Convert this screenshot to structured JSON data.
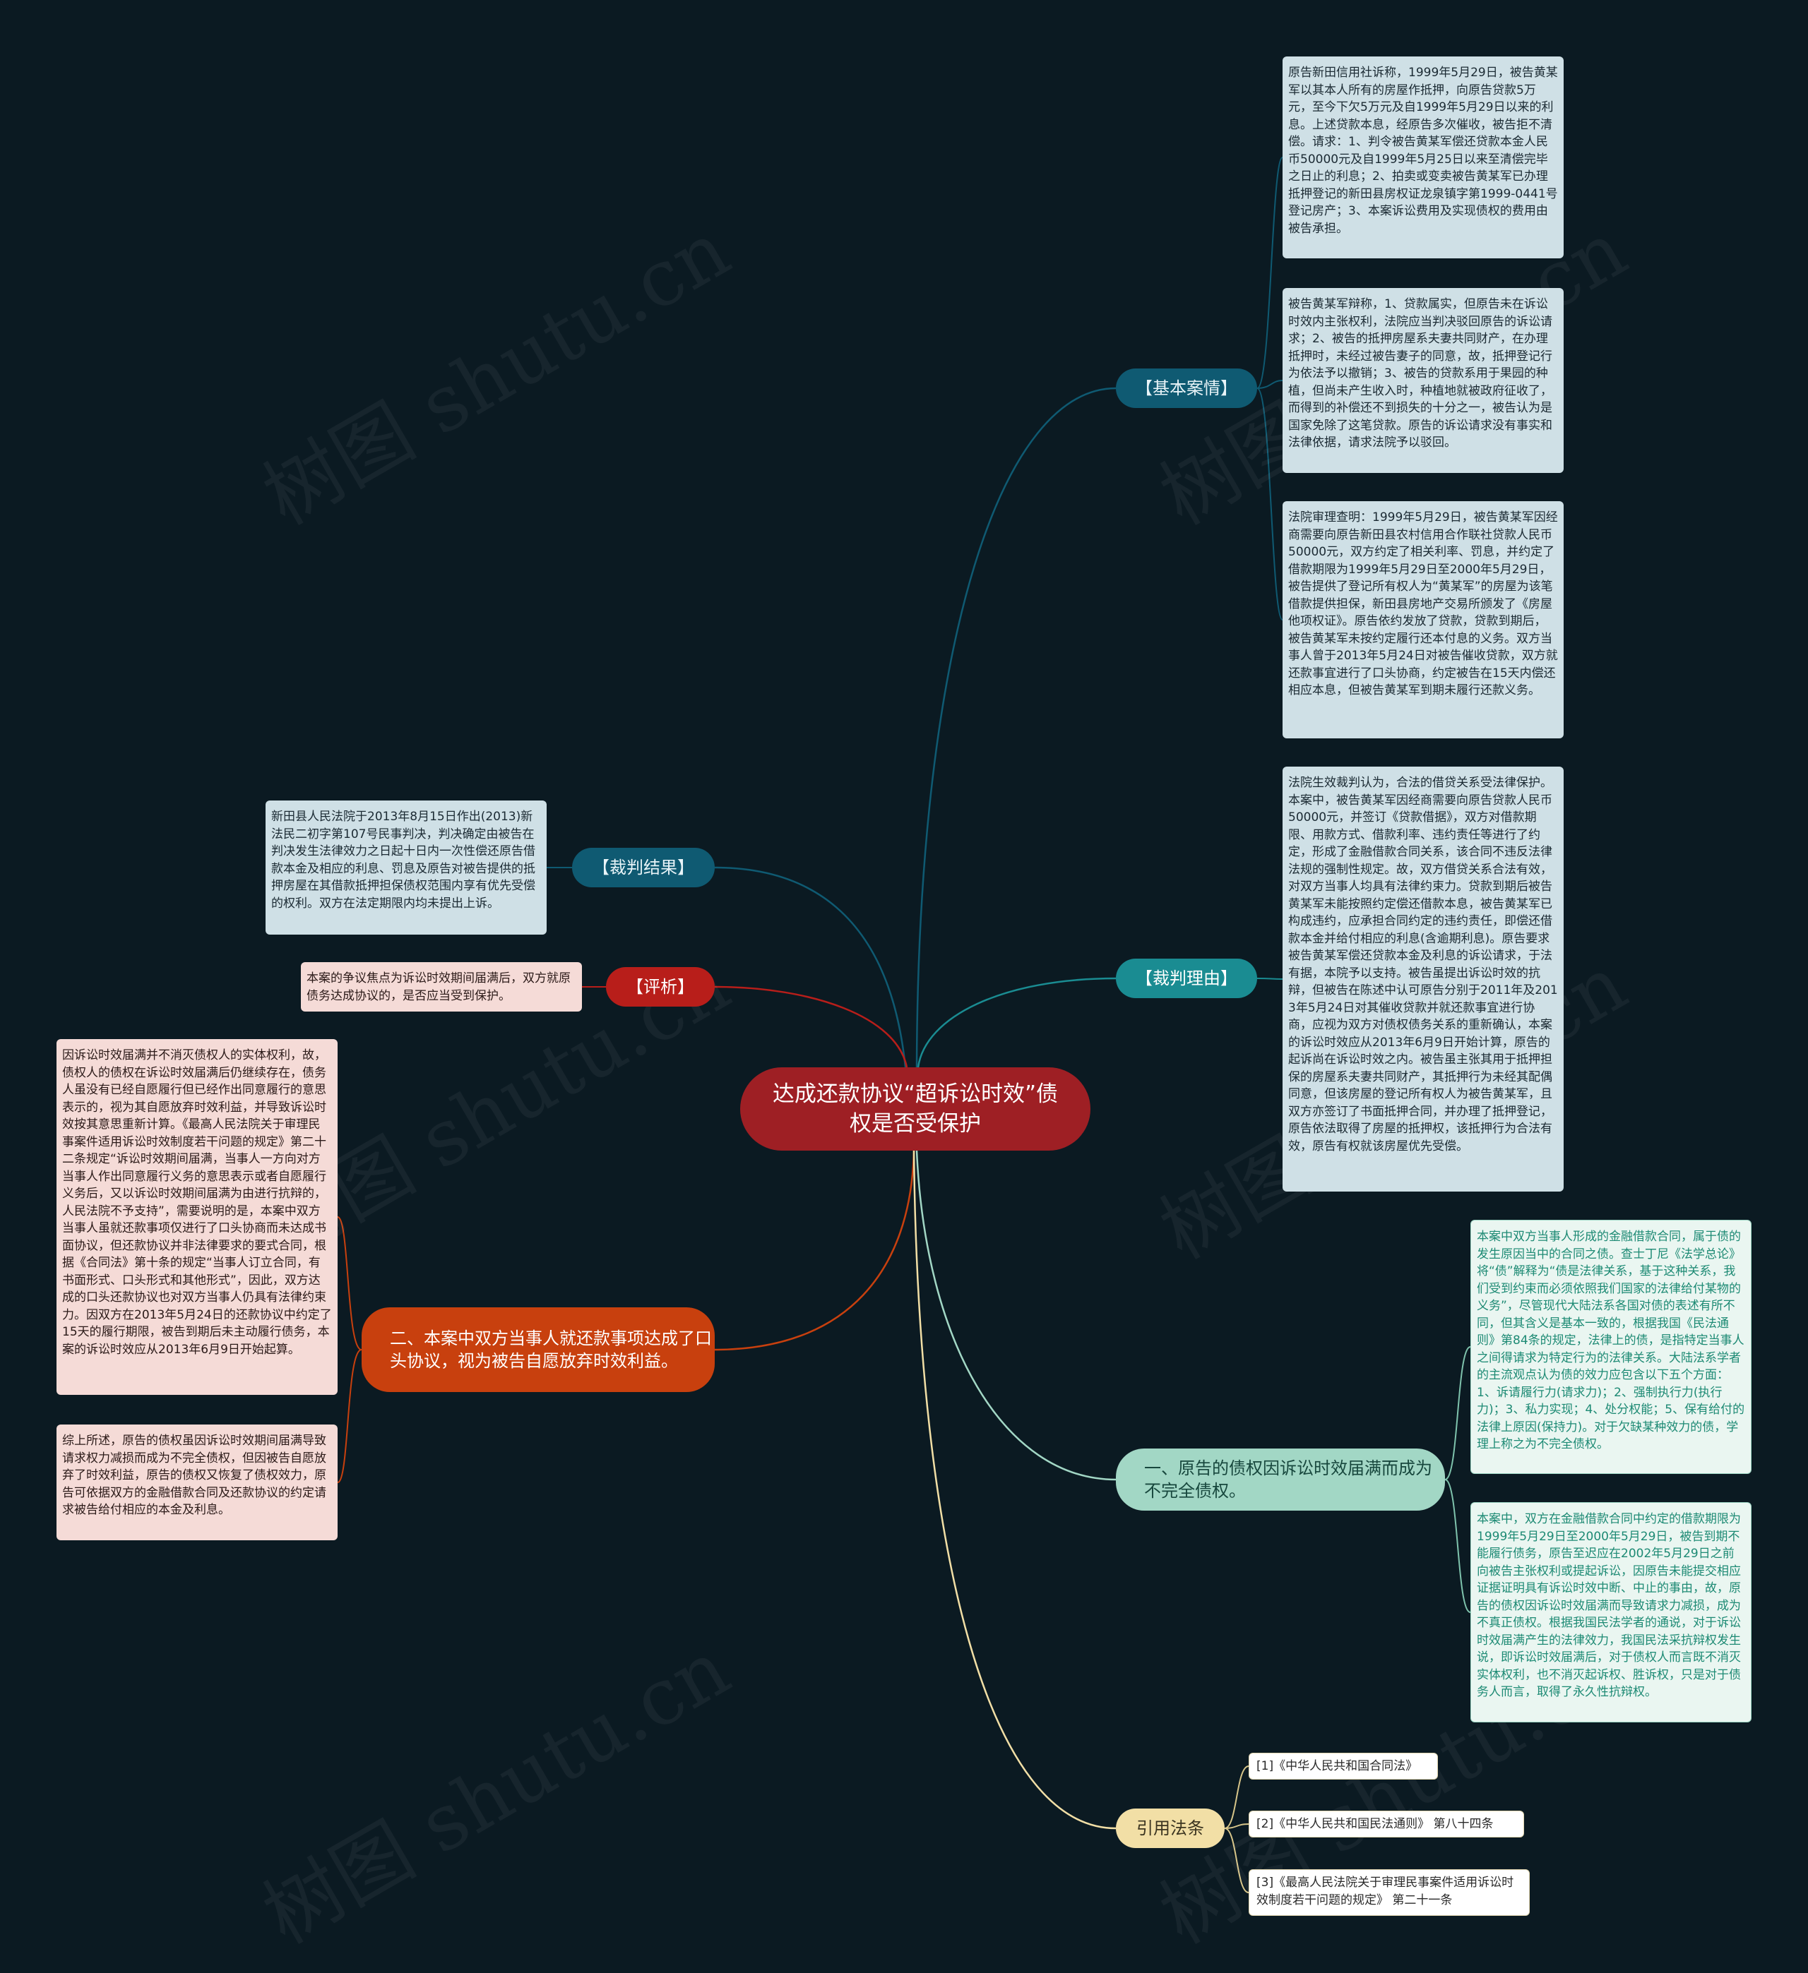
{
  "root": {
    "title": "达成还款协议“超诉讼时效”债权是否受保护"
  },
  "branches": {
    "basic": {
      "label": "【基本案情】",
      "color": "#0f5a72"
    },
    "reason": {
      "label": "【裁判理由】",
      "color": "#1a8c92"
    },
    "result": {
      "label": "【裁判结果】",
      "color": "#0f5a72"
    },
    "comment": {
      "label": "【评析】",
      "color": "#b81e1a"
    },
    "point2": {
      "label": "二、本案中双方当事人就还款事项达成了口头协议，视为被告自愿放弃时效利益。",
      "color": "#c8400e"
    },
    "point1": {
      "label": "一、原告的债权因诉讼时效届满而成为不完全债权。",
      "color": "#a2d7c5"
    },
    "laws": {
      "label": "引用法条",
      "color": "#f2dfa6"
    }
  },
  "leaves": {
    "basic1": "原告新田信用社诉称，1999年5月29日，被告黄某军以其本人所有的房屋作抵押，向原告贷款5万元，至今下欠5万元及自1999年5月29日以来的利息。上述贷款本息，经原告多次催收，被告拒不清偿。请求：1、判令被告黄某军偿还贷款本金人民币50000元及自1999年5月25日以来至清偿完毕之日止的利息；2、拍卖或变卖被告黄某军已办理抵押登记的新田县房权证龙泉镇字第1999-0441号登记房产；3、本案诉讼费用及实现债权的费用由被告承担。",
    "basic2": "被告黄某军辩称，1、贷款属实，但原告未在诉讼时效内主张权利，法院应当判决驳回原告的诉讼请求；2、被告的抵押房屋系夫妻共同财产，在办理抵押时，未经过被告妻子的同意，故，抵押登记行为依法予以撤销；3、被告的贷款系用于果园的种植，但尚未产生收入时，种植地就被政府征收了，而得到的补偿还不到损失的十分之一，被告认为是国家免除了这笔贷款。原告的诉讼请求没有事实和法律依据，请求法院予以驳回。",
    "basic3": "法院审理查明：1999年5月29日，被告黄某军因经商需要向原告新田县农村信用合作联社贷款人民币50000元，双方约定了相关利率、罚息，并约定了借款期限为1999年5月29日至2000年5月29日，被告提供了登记所有权人为“黄某军”的房屋为该笔借款提供担保，新田县房地产交易所颁发了《房屋他项权证》。原告依约发放了贷款，贷款到期后，被告黄某军未按约定履行还本付息的义务。双方当事人曾于2013年5月24日对被告催收贷款，双方就还款事宜进行了口头协商，约定被告在15天内偿还相应本息，但被告黄某军到期未履行还款义务。",
    "reason1": "法院生效裁判认为，合法的借贷关系受法律保护。本案中，被告黄某军因经商需要向原告贷款人民币50000元，并签订《贷款借据》，双方对借款期限、用款方式、借款利率、违约责任等进行了约定，形成了金融借款合同关系，该合同不违反法律法规的强制性规定。故，双方借贷关系合法有效，对双方当事人均具有法律约束力。贷款到期后被告黄某军未能按照约定偿还借款本息，被告黄某军已构成违约，应承担合同约定的违约责任，即偿还借款本金并给付相应的利息(含逾期利息)。原告要求被告黄某军偿还贷款本金及利息的诉讼请求，于法有据，本院予以支持。被告虽提出诉讼时效的抗辩，但被告在陈述中认可原告分别于2011年及2013年5月24日对其催收贷款并就还款事宜进行协商，应视为双方对债权债务关系的重新确认，本案的诉讼时效应从2013年6月9日开始计算，原告的起诉尚在诉讼时效之内。被告虽主张其用于抵押担保的房屋系夫妻共同财产，其抵押行为未经其配偶同意，但该房屋的登记所有权人为被告黄某军，且双方亦签订了书面抵押合同，并办理了抵押登记，原告依法取得了房屋的抵押权，该抵押行为合法有效，原告有权就该房屋优先受偿。",
    "result1": "新田县人民法院于2013年8月15日作出(2013)新法民二初字第107号民事判决，判决确定由被告在判决发生法律效力之日起十日内一次性偿还原告借款本金及相应的利息、罚息及原告对被告提供的抵押房屋在其借款抵押担保债权范围内享有优先受偿的权利。双方在法定期限内均未提出上诉。",
    "comment1": "本案的争议焦点为诉讼时效期间届满后，双方就原债务达成协议的，是否应当受到保护。",
    "point2a": "因诉讼时效届满并不消灭债权人的实体权利，故，债权人的债权在诉讼时效届满后仍继续存在，债务人虽没有已经自愿履行但已经作出同意履行的意思表示的，视为其自愿放弃时效利益，并导致诉讼时效按其意思重新计算。《最高人民法院关于审理民事案件适用诉讼时效制度若干问题的规定》第二十二条规定“诉讼时效期间届满，当事人一方向对方当事人作出同意履行义务的意思表示或者自愿履行义务后，又以诉讼时效期间届满为由进行抗辩的，人民法院不予支持”，需要说明的是，本案中双方当事人虽就还款事项仅进行了口头协商而未达成书面协议，但还款协议并非法律要求的要式合同，根据《合同法》第十条的规定“当事人订立合同，有书面形式、口头形式和其他形式”，因此，双方达成的口头还款协议也对双方当事人仍具有法律约束力。因双方在2013年5月24日的还款协议中约定了15天的履行期限，被告到期后未主动履行债务，本案的诉讼时效应从2013年6月9日开始起算。",
    "point2b": "综上所述，原告的债权虽因诉讼时效期间届满导致请求权力减损而成为不完全债权，但因被告自愿放弃了时效利益，原告的债权又恢复了债权效力，原告可依据双方的金融借款合同及还款协议的约定请求被告给付相应的本金及利息。",
    "point1a": "本案中双方当事人形成的金融借款合同，属于债的发生原因当中的合同之债。查士丁尼《法学总论》将“债”解释为“债是法律关系，基于这种关系，我们受到约束而必须依照我们国家的法律给付某物的义务”，尽管现代大陆法系各国对债的表述有所不同，但其含义是基本一致的，根据我国《民法通则》第84条的规定，法律上的债，是指特定当事人之间得请求为特定行为的法律关系。大陆法系学者的主流观点认为债的效力应包含以下五个方面：1、诉请履行力(请求力)；2、强制执行力(执行力)；3、私力实现；4、处分权能；5、保有给付的法律上原因(保持力)。对于欠缺某种效力的债，学理上称之为不完全债权。",
    "point1b": "本案中，双方在金融借款合同中约定的借款期限为1999年5月29日至2000年5月29日，被告到期不能履行债务，原告至迟应在2002年5月29日之前向被告主张权利或提起诉讼，因原告未能提交相应证据证明具有诉讼时效中断、中止的事由，故，原告的债权因诉讼时效届满而导致请求力减损，成为不真正债权。根据我国民法学者的通说，对于诉讼时效届满产生的法律效力，我国民法采抗辩权发生说，即诉讼时效届满后，对于债权人而言既不消灭实体权利，也不消灭起诉权、胜诉权，只是对于债务人而言，取得了永久性抗辩权。",
    "law1": "[1]《中华人民共和国合同法》",
    "law2": "[2]《中华人民共和国民法通则》 第八十四条",
    "law3": "[3]《最高人民法院关于审理民事案件适用诉讼时效制度若干问题的规定》 第二十一条"
  },
  "watermark": "树图 shutu.cn"
}
